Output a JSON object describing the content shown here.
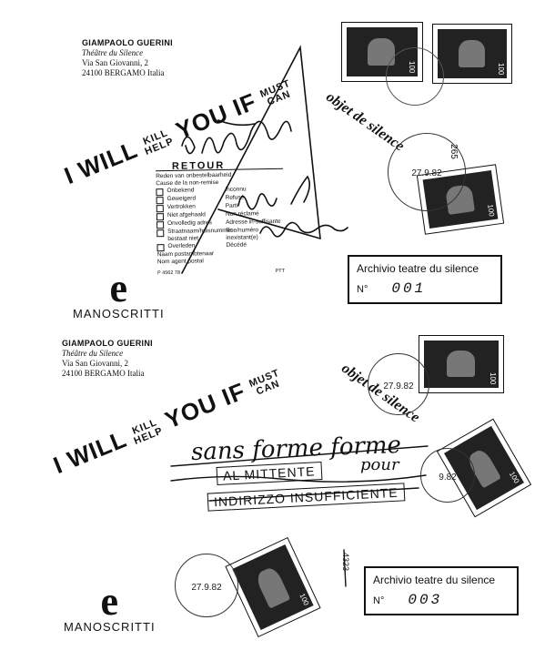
{
  "card1": {
    "sender": {
      "name": "GIAMPAOLO GUERINI",
      "subtitle": "Théâtre du Silence",
      "street": "Via San Giovanni, 2",
      "city": "24100 BERGAMO Italia"
    },
    "slogan": {
      "i_will": "I WILL",
      "kill": "KILL",
      "help": "HELP",
      "you_if": "YOU IF",
      "must": "MUST",
      "can": "CAN"
    },
    "objet": "objet de silence",
    "logo": {
      "letter": "e",
      "word": "MANOSCRITTI"
    },
    "archive": {
      "title": "Archivio teatre du silence",
      "no_label": "N°",
      "number": "001"
    },
    "retour": {
      "title": "RETOUR",
      "header1": "Reden van onbestelbaarheid",
      "header2": "Cause de la non-remise",
      "options": [
        {
          "nl": "Onbekend",
          "fr": "Inconnu"
        },
        {
          "nl": "Geweigerd",
          "fr": "Refusé"
        },
        {
          "nl": "Vertrokken",
          "fr": "Parti"
        },
        {
          "nl": "Niet afgehaald",
          "fr": "Non réclamé"
        },
        {
          "nl": "Onvolledig adres",
          "fr": "Adresse in-suffisante"
        },
        {
          "nl": "Straatnaam/huisnummer bestaat niet",
          "fr": "Rue/numéro inexistant(e)"
        },
        {
          "nl": "Overleden",
          "fr": "Décédé"
        }
      ],
      "footer1": "Naam postambtenaar",
      "footer2": "Nom agent postal",
      "ref": "P 4562 78",
      "ptt": "PTT"
    },
    "stamps": [
      {
        "value": "100"
      },
      {
        "value": "100"
      },
      {
        "value": "100"
      }
    ],
    "postmark_date": "27.9.82",
    "postmark_code": "265"
  },
  "card2": {
    "sender": {
      "name": "GIAMPAOLO GUERINI",
      "subtitle": "Théâtre du Silence",
      "street": "Via San Giovanni, 2",
      "city": "24100 BERGAMO Italia"
    },
    "slogan": {
      "i_will": "I WILL",
      "kill": "KILL",
      "help": "HELP",
      "you_if": "YOU IF",
      "must": "MUST",
      "can": "CAN"
    },
    "objet": "objet de silence",
    "logo": {
      "letter": "e",
      "word": "MANOSCRITTI"
    },
    "archive": {
      "title": "Archivio teatre du silence",
      "no_label": "N°",
      "number": "003"
    },
    "cancel_stamp_1": "AL MITTENTE",
    "cancel_stamp_2": "INDIRIZZO INSUFFICIENTE",
    "scrawl": "sans forme forme",
    "scrawl2": "pour",
    "postmark_date": "27.9.82",
    "postmark_date_2": "9.82",
    "margin_note": "4323",
    "stamps": [
      {
        "value": "100"
      },
      {
        "value": "100"
      },
      {
        "value": "100"
      }
    ]
  },
  "colors": {
    "ink": "#111111",
    "paper": "#ffffff",
    "stamp_dark": "#222222"
  }
}
